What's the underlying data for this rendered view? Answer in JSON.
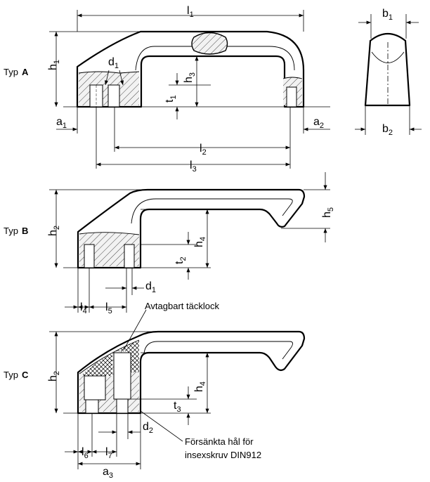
{
  "types": {
    "a": {
      "prefix": "Typ",
      "letter": "A"
    },
    "b": {
      "prefix": "Typ",
      "letter": "B"
    },
    "c": {
      "prefix": "Typ",
      "letter": "C"
    }
  },
  "dims": {
    "l1": {
      "main": "l",
      "sub": "1"
    },
    "b1": {
      "main": "b",
      "sub": "1"
    },
    "h1": {
      "main": "h",
      "sub": "1"
    },
    "d1a": {
      "main": "d",
      "sub": "1"
    },
    "h3": {
      "main": "h",
      "sub": "3"
    },
    "t1": {
      "main": "t",
      "sub": "1"
    },
    "a1": {
      "main": "a",
      "sub": "1"
    },
    "a2": {
      "main": "a",
      "sub": "2"
    },
    "l2": {
      "main": "l",
      "sub": "2"
    },
    "l3": {
      "main": "l",
      "sub": "3"
    },
    "b2": {
      "main": "b",
      "sub": "2"
    },
    "h2b": {
      "main": "h",
      "sub": "2"
    },
    "h5": {
      "main": "h",
      "sub": "5"
    },
    "h4b": {
      "main": "h",
      "sub": "4"
    },
    "t2": {
      "main": "t",
      "sub": "2"
    },
    "d1b": {
      "main": "d",
      "sub": "1"
    },
    "l4": {
      "main": "l",
      "sub": "4"
    },
    "l5": {
      "main": "l",
      "sub": "5"
    },
    "h2c": {
      "main": "h",
      "sub": "2"
    },
    "h4c": {
      "main": "h",
      "sub": "4"
    },
    "t3": {
      "main": "t",
      "sub": "3"
    },
    "d2": {
      "main": "d",
      "sub": "2"
    },
    "l6": {
      "main": "l",
      "sub": "6"
    },
    "l7": {
      "main": "l",
      "sub": "7"
    },
    "a3": {
      "main": "a",
      "sub": "3"
    }
  },
  "notes": {
    "cover": "Avtagbart täcklock",
    "countersunk_line1": "Försänkta hål för",
    "countersunk_line2": "insexskruv DIN912"
  }
}
